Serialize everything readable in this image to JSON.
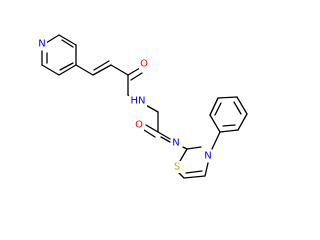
{
  "molecule": {
    "atom_labels": {
      "pyridine_n": "N",
      "carbonyl_o1": "O",
      "amide_nh": "HN",
      "carbonyl_o2": "O",
      "imine_n": "N",
      "thiazole_s": "S",
      "thiazole_n": "N"
    },
    "colors": {
      "carbon_bond": "#000000",
      "nitrogen": "#0000ff",
      "oxygen": "#ff0000",
      "sulfur": "#b2b200",
      "background": "#ffffff"
    }
  }
}
